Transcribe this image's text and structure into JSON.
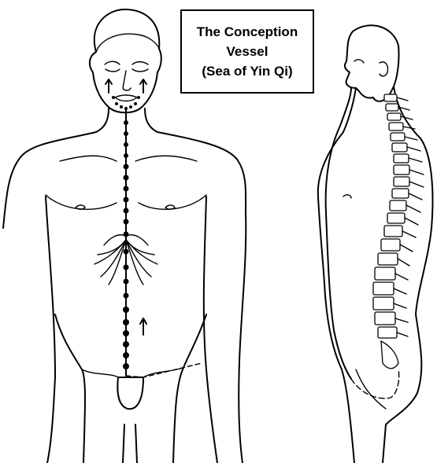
{
  "title": {
    "line1": "The Conception",
    "line2": "Vessel",
    "line3": "(Sea of Yin Qi)"
  },
  "colors": {
    "ink": "#000000",
    "background": "#ffffff"
  },
  "figures": {
    "front": "front-body-figure",
    "side": "side-body-figure"
  }
}
